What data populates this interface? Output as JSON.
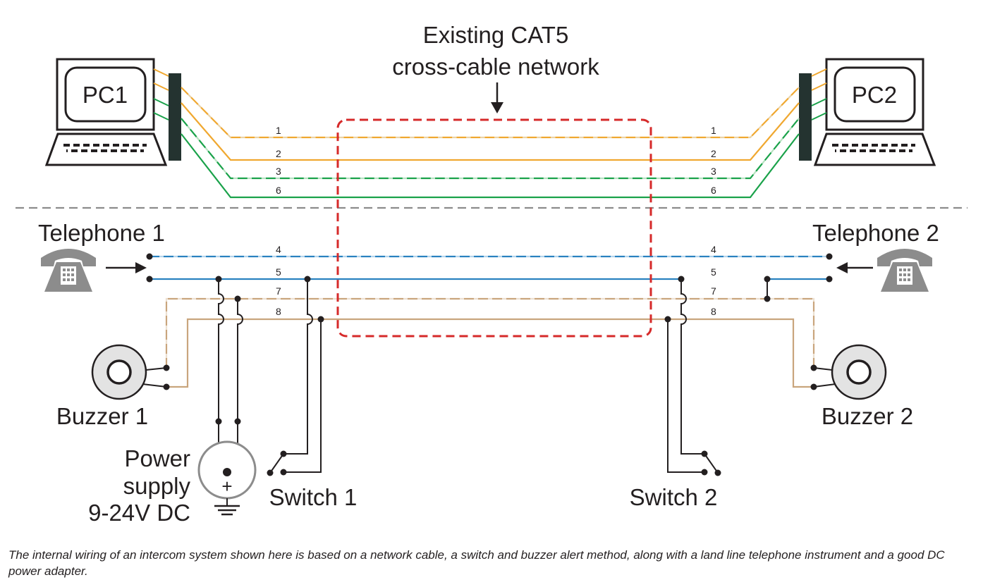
{
  "title": {
    "line1": "Existing CAT5",
    "line2": "cross-cable network"
  },
  "pc1": {
    "label": "PC1"
  },
  "pc2": {
    "label": "PC2"
  },
  "telephone1": {
    "label": "Telephone 1"
  },
  "telephone2": {
    "label": "Telephone 2"
  },
  "buzzer1": {
    "label": "Buzzer 1"
  },
  "buzzer2": {
    "label": "Buzzer 2"
  },
  "power_supply": {
    "line1": "Power",
    "line2": "supply",
    "line3": "9-24V DC",
    "plus": "+"
  },
  "switch1": {
    "label": "Switch 1"
  },
  "switch2": {
    "label": "Switch 2"
  },
  "wires": {
    "w1": "1",
    "w2": "2",
    "w3": "3",
    "w6": "6",
    "w4": "4",
    "w5": "5",
    "w7": "7",
    "w8": "8"
  },
  "colors": {
    "orange": "#f0a830",
    "green": "#1aa24a",
    "blue": "#2a82c0",
    "tan": "#c9a57d",
    "red_dash": "#d62a2a",
    "connector": "#243330",
    "grey": "#8c8c8c"
  },
  "caption": "The internal wiring of an intercom system shown here is based on a network cable, a switch and buzzer alert method, along with a land line telephone instrument and a good DC power adapter."
}
